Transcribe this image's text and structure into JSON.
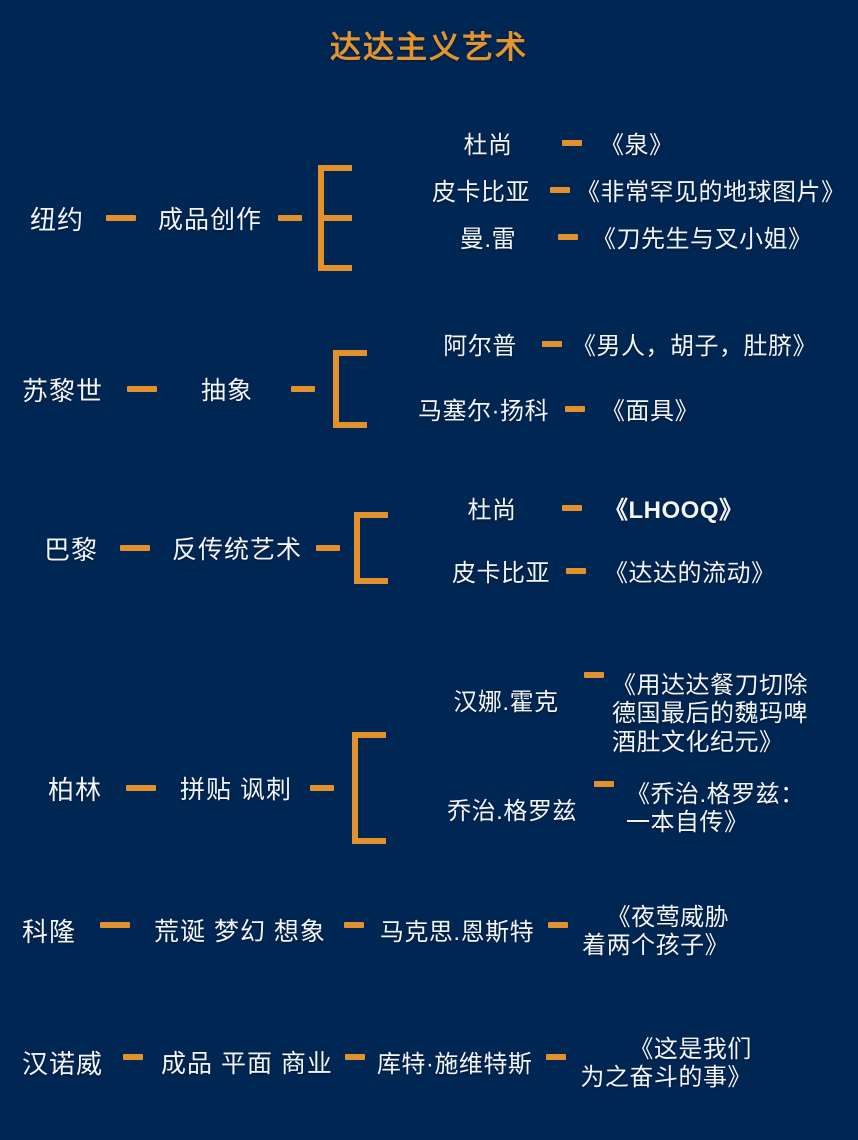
{
  "title": "达达主义艺术",
  "colors": {
    "background": "#002653",
    "accent": "#e2912d",
    "title": "#e2952f",
    "text": "#f2f5f9"
  },
  "connector_glyph": "—",
  "bracket_glyph": "[",
  "rows": [
    {
      "city": "纽约",
      "trait": "成品创作",
      "bracket": "three-branch",
      "leaves": [
        {
          "artist": "杜尚",
          "work": "《泉》"
        },
        {
          "artist": "皮卡比亚",
          "work": "《非常罕见的地球图片》"
        },
        {
          "artist": "曼.雷",
          "work": "《刀先生与叉小姐》"
        }
      ]
    },
    {
      "city": "苏黎世",
      "trait": "抽象",
      "bracket": "two-branch",
      "leaves": [
        {
          "artist": "阿尔普",
          "work": "《男人，胡子，肚脐》"
        },
        {
          "artist": "马塞尔·扬科",
          "work": "《面具》"
        }
      ]
    },
    {
      "city": "巴黎",
      "trait": "反传统艺术",
      "bracket": "two-branch",
      "leaves": [
        {
          "artist": "杜尚",
          "work": "《LHOOQ》",
          "bold": true
        },
        {
          "artist": "皮卡比亚",
          "work": "《达达的流动》"
        }
      ]
    },
    {
      "city": "柏林",
      "trait": "拼贴 讽刺",
      "bracket": "two-branch",
      "leaves": [
        {
          "artist": "汉娜.霍克",
          "work": "《用达达餐刀切除\n德国最后的魏玛啤\n酒肚文化纪元》"
        },
        {
          "artist": "乔治.格罗兹",
          "work": "《乔治.格罗兹：\n一本自传》"
        }
      ]
    },
    {
      "city": "科隆",
      "trait": "荒诞 梦幻 想象",
      "bracket": "none",
      "leaves": [
        {
          "artist": "马克思.恩斯特",
          "work": "《夜莺威胁\n着两个孩子》"
        }
      ]
    },
    {
      "city": "汉诺威",
      "trait": "成品 平面 商业",
      "bracket": "none",
      "leaves": [
        {
          "artist": "库特·施维特斯",
          "work": "《这是我们\n为之奋斗的事》"
        }
      ]
    }
  ]
}
